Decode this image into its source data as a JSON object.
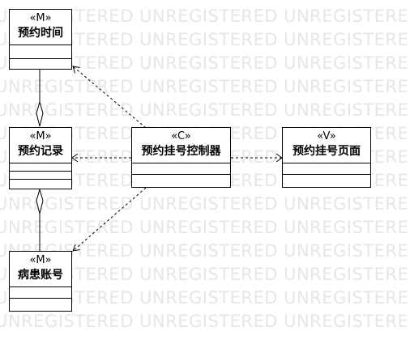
{
  "watermark": {
    "text": "UNREGISTERED UNREGISTERED UNREGISTERED UNREGISTERED"
  },
  "classes": {
    "appointment_time": {
      "stereotype": "«M»",
      "name": "预约时间"
    },
    "appointment_record": {
      "stereotype": "«M»",
      "name": "预约记录"
    },
    "patient_account": {
      "stereotype": "«M»",
      "name": "病患账号"
    },
    "registration_controller": {
      "stereotype": "«C»",
      "name": "预约挂号控制器"
    },
    "registration_page": {
      "stereotype": "«V»",
      "name": "预约挂号页面"
    }
  },
  "relationships": [
    {
      "type": "dependency",
      "from": "预约挂号控制器",
      "to": "预约时间"
    },
    {
      "type": "dependency",
      "from": "预约挂号控制器",
      "to": "预约记录"
    },
    {
      "type": "dependency",
      "from": "预约挂号控制器",
      "to": "病患账号"
    },
    {
      "type": "dependency",
      "from": "预约挂号控制器",
      "to": "预约挂号页面"
    },
    {
      "type": "aggregation",
      "from": "预约记录",
      "to": "预约时间"
    },
    {
      "type": "aggregation",
      "from": "预约记录",
      "to": "病患账号"
    }
  ]
}
